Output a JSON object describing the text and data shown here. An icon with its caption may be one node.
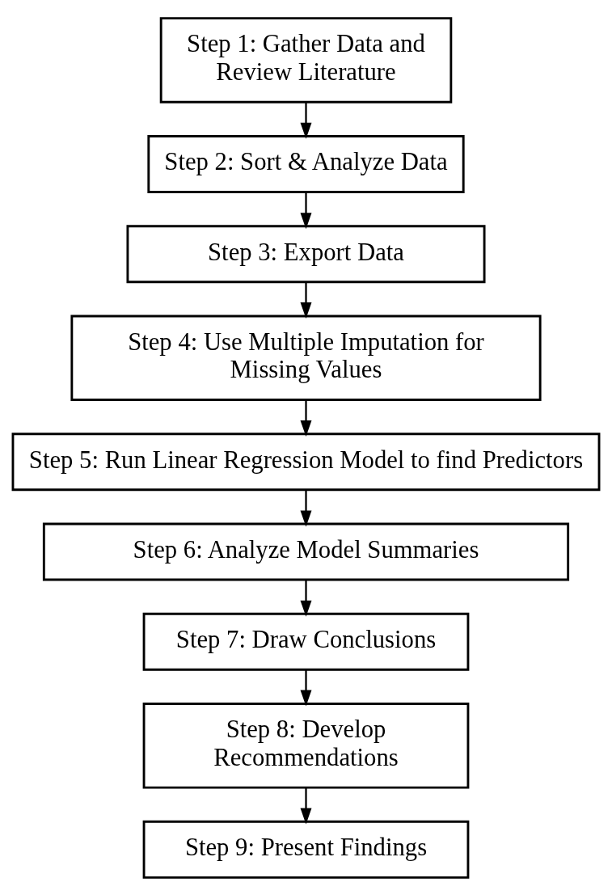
{
  "diagram": {
    "nodes": [
      {
        "text": [
          "Step 1: Gather Data and Review Literature"
        ]
      },
      {
        "text": [
          "Step 2: Sort & Analyze Data"
        ]
      },
      {
        "text": [
          "Step 3: Export Data"
        ]
      },
      {
        "text": [
          "Step 4: Use Multiple Imputation for Missing Values"
        ]
      },
      {
        "text": [
          "Step 5: Run Linear Regression Model to find Predictors"
        ]
      },
      {
        "text": [
          "Step 6: Analyze Model Summaries"
        ]
      },
      {
        "text": [
          "Step 7: Draw Conclusions"
        ]
      },
      {
        "text": [
          "Step 8: Develop Recommendations"
        ]
      },
      {
        "text": [
          "Step 9: Present Findings"
        ]
      }
    ],
    "edges": [
      {
        "from": 0,
        "to": 1,
        "arrow": "to"
      },
      {
        "from": 1,
        "to": 2,
        "arrow": "to"
      },
      {
        "from": 2,
        "to": 3,
        "arrow": "to"
      },
      {
        "from": 3,
        "to": 4,
        "arrow": "to"
      },
      {
        "from": 4,
        "to": 5,
        "arrow": "to"
      },
      {
        "from": 5,
        "to": 6,
        "arrow": "to"
      },
      {
        "from": 6,
        "to": 7,
        "arrow": "to"
      },
      {
        "from": 7,
        "to": 8,
        "arrow": "to"
      }
    ]
  }
}
